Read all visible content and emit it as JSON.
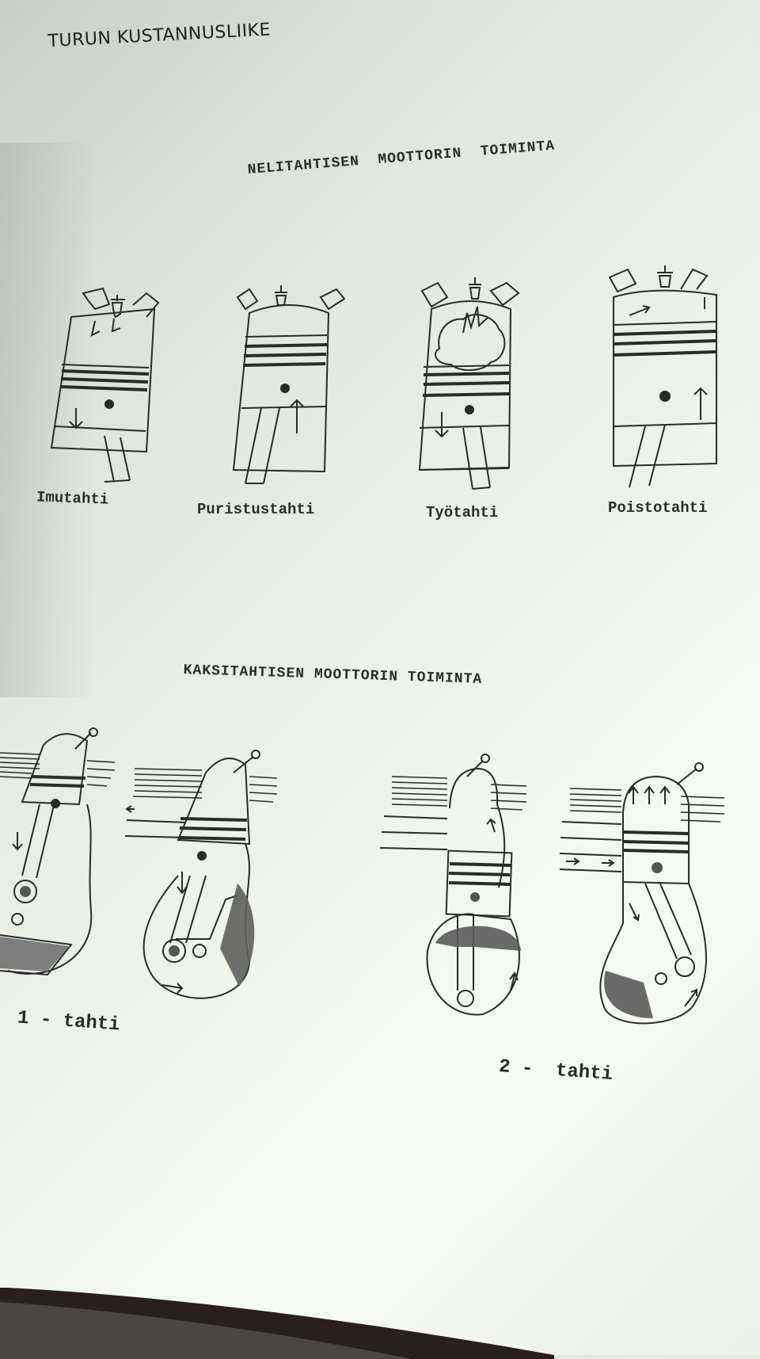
{
  "document": {
    "publisher": "TURUN KUSTANNUSLIIKE",
    "section_four_stroke": {
      "title": "NELITAHTISEN  MOOTTORIN  TOIMINTA",
      "figures": [
        {
          "label": "Imutahti"
        },
        {
          "label": "Puristustahti"
        },
        {
          "label": "Työtahti"
        },
        {
          "label": "Poistotahti"
        }
      ]
    },
    "section_two_stroke": {
      "title": "KAKSITAHTISEN MOOTTORIN TOIMINTA",
      "figures": [
        {
          "label": "1 - tahti"
        },
        {
          "label": "2 -  tahti"
        }
      ]
    }
  },
  "colors": {
    "ink": "#2a2a2a",
    "paper": "#eef4ec",
    "shading": "#555555"
  }
}
